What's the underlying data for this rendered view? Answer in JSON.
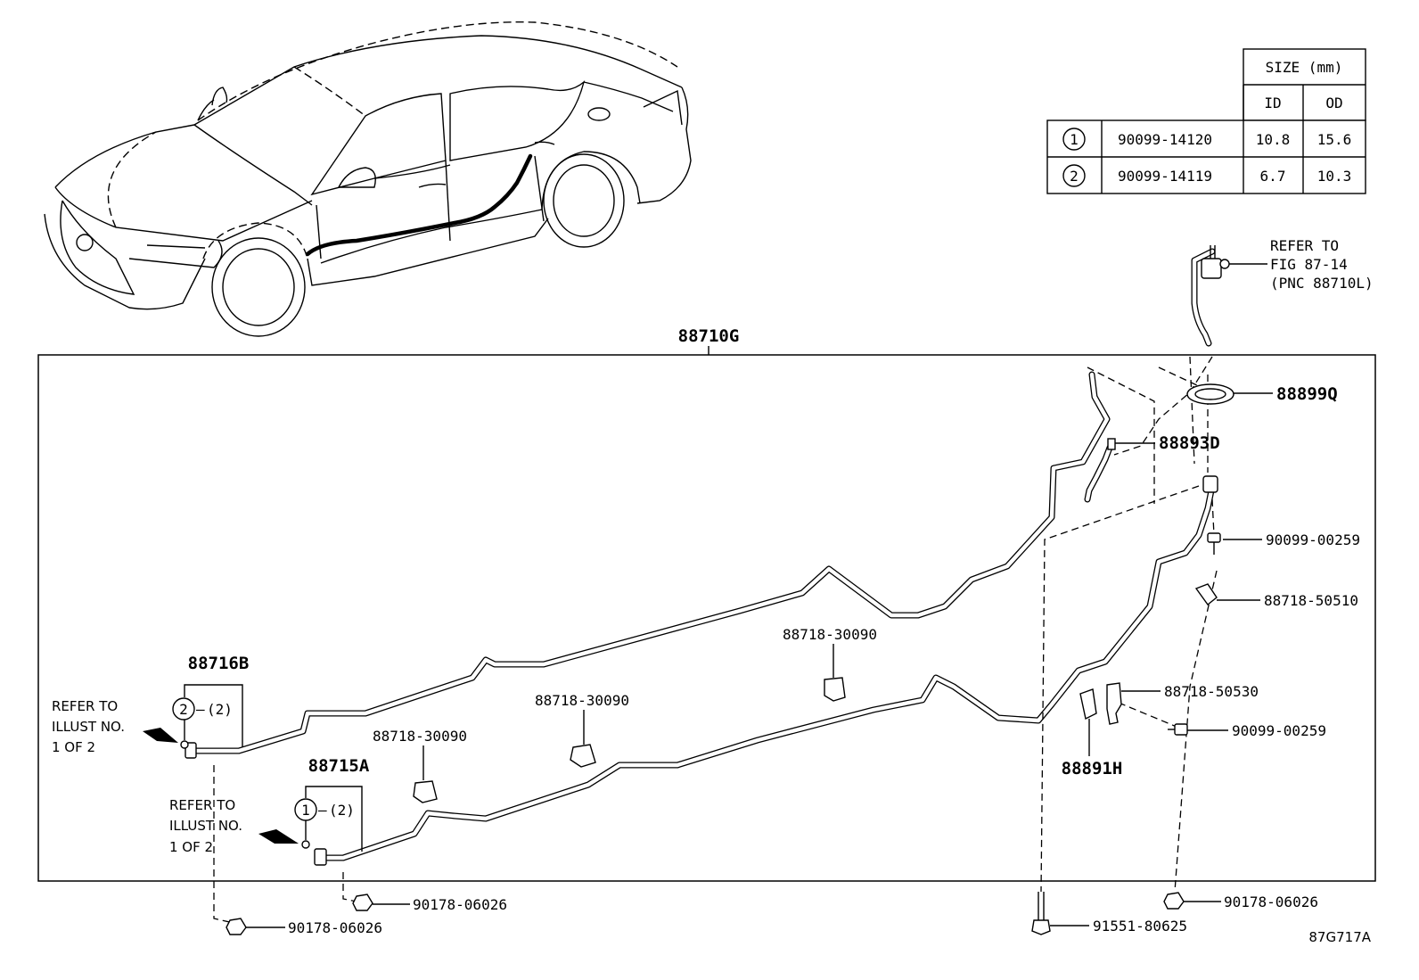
{
  "size_table": {
    "header_size": "SIZE (mm)",
    "header_id": "ID",
    "header_od": "OD",
    "rows": [
      {
        "key": "1",
        "part": "90099-14120",
        "id": "10.8",
        "od": "15.6"
      },
      {
        "key": "2",
        "part": "90099-14119",
        "id": "6.7",
        "od": "10.3"
      }
    ]
  },
  "refer_top": {
    "line1": "REFER TO",
    "line2": "FIG 87-14",
    "line3": "(PNC 88710L)"
  },
  "refer_left_1": {
    "line1": "REFER TO",
    "line2": "ILLUST NO.",
    "line3": "1 OF 2"
  },
  "refer_left_2": {
    "line1": "REFER TO",
    "line2": "ILLUST NO.",
    "line3": "1 OF 2"
  },
  "assembly_label": "88710G",
  "labels": {
    "p88899Q": "88899Q",
    "p88893D": "88893D",
    "p90099_00259_a": "90099-00259",
    "p88718_50510": "88718-50510",
    "p88718_30090_a": "88718-30090",
    "p88718_30090_b": "88718-30090",
    "p88718_30090_c": "88718-30090",
    "p88718_50530": "88718-50530",
    "p90099_00259_b": "90099-00259",
    "p88891H": "88891H",
    "p88716B": "88716B",
    "p88715A": "88715A",
    "callout_88716B": "(2)",
    "callout_88716B_key": "2",
    "callout_88715A": "(2)",
    "callout_88715A_key": "1",
    "p90178_06026_a": "90178-06026",
    "p90178_06026_b": "90178-06026",
    "p90178_06026_c": "90178-06026",
    "p91551_80625": "91551-80625"
  },
  "figure_code": "87G717A"
}
